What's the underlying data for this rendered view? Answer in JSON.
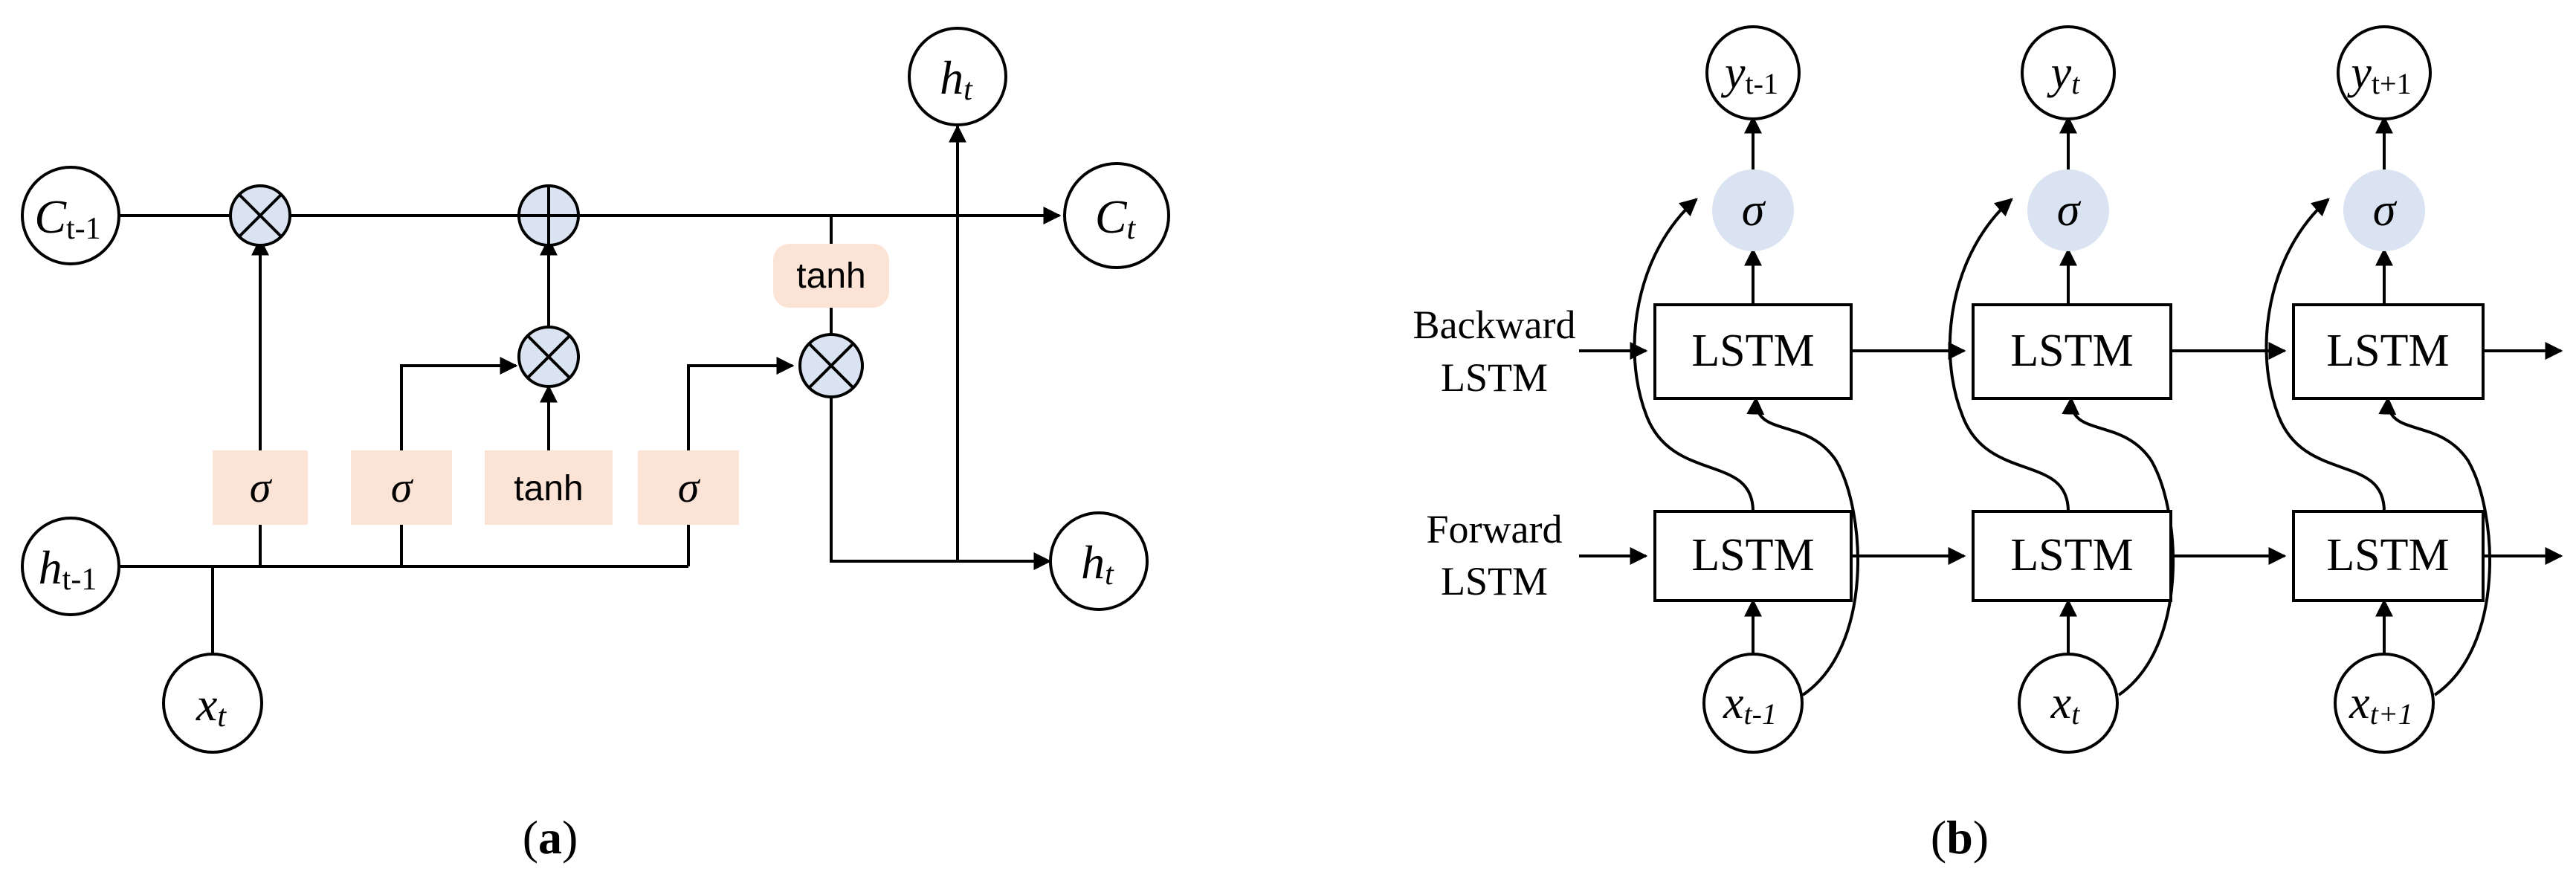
{
  "panel_a": {
    "label_open": "(",
    "label_letter": "a",
    "label_close": ")",
    "nodes": {
      "c_prev": {
        "base": "C",
        "sub": "t-1"
      },
      "c_t": {
        "base": "C",
        "sub": "t"
      },
      "h_prev": {
        "base": "h",
        "sub": "t-1"
      },
      "h_top": {
        "base": "h",
        "sub": "t"
      },
      "h_out": {
        "base": "h",
        "sub": "t"
      },
      "x_t": {
        "base": "x",
        "sub": "t"
      }
    },
    "gates": {
      "forget": "σ",
      "input": "σ",
      "candidate": "tanh",
      "output": "σ",
      "cell_tanh": "tanh"
    }
  },
  "panel_b": {
    "label_open": "(",
    "label_letter": "b",
    "label_close": ")",
    "backward_label": [
      "Backward",
      "LSTM"
    ],
    "forward_label": [
      "Forward",
      "LSTM"
    ],
    "lstm_label": "LSTM",
    "sigma": "σ",
    "outputs": [
      {
        "base": "y",
        "sub": "t-1"
      },
      {
        "base": "y",
        "sub": "t"
      },
      {
        "base": "y",
        "sub": "t+1"
      }
    ],
    "inputs": [
      {
        "base": "x",
        "sub": "t-1"
      },
      {
        "base": "x",
        "sub": "t"
      },
      {
        "base": "x",
        "sub": "t+1"
      }
    ]
  }
}
